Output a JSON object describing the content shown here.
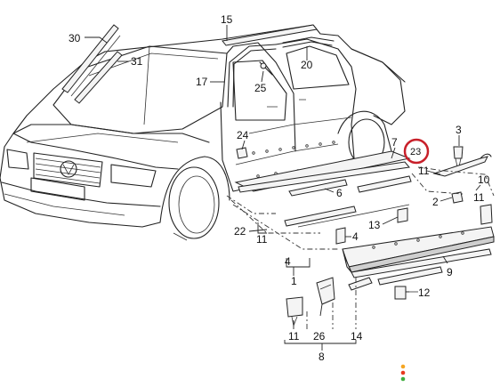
{
  "callouts": {
    "c30": "30",
    "c31": "31",
    "c15": "15",
    "c17": "17",
    "c20": "20",
    "c25": "25",
    "c24": "24",
    "c7": "7",
    "c23": "23",
    "c3": "3",
    "c10": "10",
    "c11a": "11",
    "c11b": "11",
    "c6": "6",
    "c2": "2",
    "c13": "13",
    "c22": "22",
    "c11c": "11",
    "c4a": "4",
    "c4b": "4",
    "c1": "1",
    "c9": "9",
    "c12": "12",
    "c26": "26",
    "c11d": "11",
    "c14": "14",
    "c8": "8"
  },
  "highlight": {
    "color": "#c8202a",
    "label": "23"
  },
  "indicator_colors": [
    "#f5a623",
    "#e8381e",
    "#3fae3f"
  ]
}
